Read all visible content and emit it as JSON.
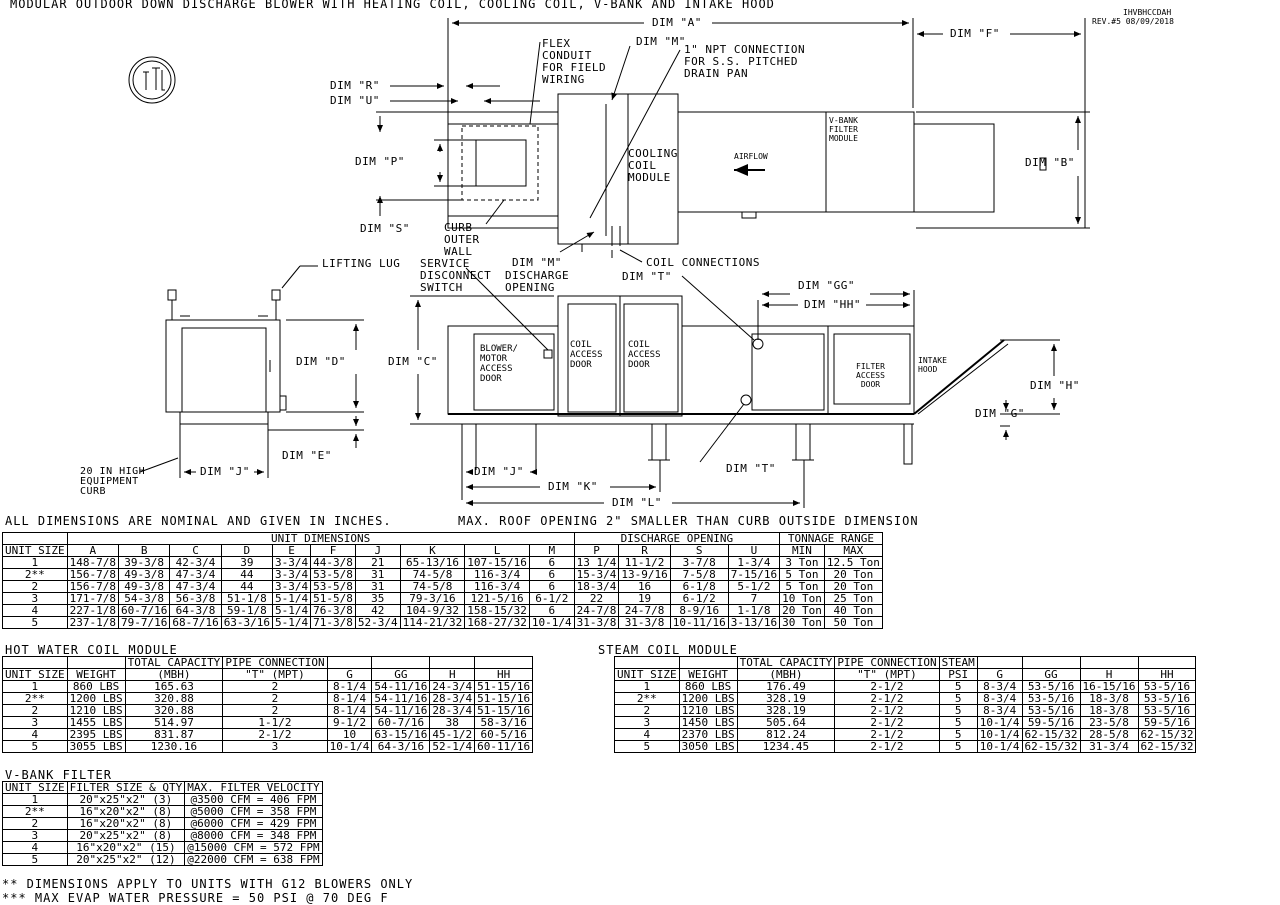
{
  "title": "MODULAR OUTDOOR DOWN DISCHARGE BLOWER WITH HEATING COIL, COOLING COIL, V-BANK AND INTAKE HOOD",
  "drawing_id": "IHVBHCCDAH",
  "revision": "REV.#5  08/09/2018",
  "labels": {
    "dim_a": "DIM \"A\"",
    "dim_b": "DIM \"B\"",
    "dim_c": "DIM \"C\"",
    "dim_d": "DIM \"D\"",
    "dim_e": "DIM \"E\"",
    "dim_f": "DIM \"F\"",
    "dim_g": "DIM \"G\"",
    "dim_gg": "DIM \"GG\"",
    "dim_h": "DIM \"H\"",
    "dim_hh": "DIM \"HH\"",
    "dim_j1": "DIM \"J\"",
    "dim_j2": "DIM \"J\"",
    "dim_k": "DIM \"K\"",
    "dim_l": "DIM \"L\"",
    "dim_m1": "DIM \"M\"",
    "dim_m2": "DIM \"M\"",
    "dim_p": "DIM \"P\"",
    "dim_r": "DIM \"R\"",
    "dim_s": "DIM \"S\"",
    "dim_t1": "DIM \"T\"",
    "dim_t2": "DIM \"T\"",
    "dim_u": "DIM \"U\"",
    "flex_conduit": "FLEX\nCONDUIT\nFOR FIELD\nWIRING",
    "npt": "1\" NPT CONNECTION\nFOR S.S. PITCHED\nDRAIN PAN",
    "vbank": "V-BANK\nFILTER\nMODULE",
    "cooling_coil": "COOLING\nCOIL\nMODULE",
    "airflow": "AIRFLOW",
    "curb_outer": "CURB\nOUTER\nWALL",
    "service_switch": "SERVICE\nDISCONNECT\nSWITCH",
    "discharge_opening": "DISCHARGE\nOPENING",
    "coil_connections": "COIL CONNECTIONS",
    "lifting_lug": "LIFTING LUG",
    "blower_door": "BLOWER/\nMOTOR\nACCESS\nDOOR",
    "coil_door1": "COIL\nACCESS\nDOOR",
    "coil_door2": "COIL\nACCESS\nDOOR",
    "filter_door": "FILTER\nACCESS\nDOOR",
    "intake_hood": "INTAKE\nHOOD",
    "curb_20": "20 IN HIGH\nEQUIPMENT\nCURB",
    "seal": "ETL LISTED"
  },
  "notes": {
    "nominal": "ALL DIMENSIONS ARE NOMINAL AND GIVEN IN INCHES.",
    "roof": "MAX. ROOF OPENING 2\" SMALLER THAN CURB OUTSIDE DIMENSION",
    "note1": "** DIMENSIONS APPLY TO UNITS WITH G12 BLOWERS ONLY",
    "note2": "*** MAX EVAP WATER PRESSURE = 50 PSI @ 70 DEG F"
  },
  "unit_dims": {
    "group_headers": [
      "UNIT DIMENSIONS",
      "DISCHARGE OPENING",
      "TONNAGE RANGE"
    ],
    "columns": [
      "UNIT SIZE",
      "A",
      "B",
      "C",
      "D",
      "E",
      "F",
      "J",
      "K",
      "L",
      "M",
      "P",
      "R",
      "S",
      "U",
      "MIN",
      "MAX"
    ],
    "rows": [
      [
        "1",
        "148-7/8",
        "39-3/8",
        "42-3/4",
        "39",
        "3-3/4",
        "44-3/8",
        "21",
        "65-13/16",
        "107-15/16",
        "6",
        "13 1/4",
        "11-1/2",
        "3-7/8",
        "1-3/4",
        "3 Ton",
        "12.5 Ton"
      ],
      [
        "2**",
        "156-7/8",
        "49-3/8",
        "47-3/4",
        "44",
        "3-3/4",
        "53-5/8",
        "31",
        "74-5/8",
        "116-3/4",
        "6",
        "15-3/4",
        "13-9/16",
        "7-5/8",
        "7-15/16",
        "5 Ton",
        "20 Ton"
      ],
      [
        "2",
        "156-7/8",
        "49-3/8",
        "47-3/4",
        "44",
        "3-3/4",
        "53-5/8",
        "31",
        "74-5/8",
        "116-3/4",
        "6",
        "18-3/4",
        "16",
        "6-1/8",
        "5-1/2",
        "5 Ton",
        "20 Ton"
      ],
      [
        "3",
        "171-7/8",
        "54-3/8",
        "56-3/8",
        "51-1/8",
        "5-1/4",
        "51-5/8",
        "35",
        "79-3/16",
        "121-5/16",
        "6-1/2",
        "22",
        "19",
        "6-1/2",
        "7",
        "10 Ton",
        "25 Ton"
      ],
      [
        "4",
        "227-1/8",
        "60-7/16",
        "64-3/8",
        "59-1/8",
        "5-1/4",
        "76-3/8",
        "42",
        "104-9/32",
        "158-15/32",
        "6",
        "24-7/8",
        "24-7/8",
        "8-9/16",
        "1-1/8",
        "20 Ton",
        "40 Ton"
      ],
      [
        "5",
        "237-1/8",
        "79-7/16",
        "68-7/16",
        "63-3/16",
        "5-1/4",
        "71-3/8",
        "52-3/4",
        "114-21/32",
        "168-27/32",
        "10-1/4",
        "31-3/8",
        "31-3/8",
        "10-11/16",
        "3-13/16",
        "30 Ton",
        "50 Ton"
      ]
    ]
  },
  "hot_water": {
    "title": "HOT WATER COIL MODULE",
    "columns1": [
      "",
      "",
      "TOTAL CAPACITY",
      "PIPE CONNECTION",
      "",
      "",
      "",
      ""
    ],
    "columns": [
      "UNIT SIZE",
      "WEIGHT",
      "(MBH)",
      "\"T\" (MPT)",
      "G",
      "GG",
      "H",
      "HH"
    ],
    "rows": [
      [
        "1",
        "860 LBS",
        "165.63",
        "2",
        "8-1/4",
        "54-11/16",
        "24-3/4",
        "51-15/16"
      ],
      [
        "2**",
        "1200 LBS",
        "320.88",
        "2",
        "8-1/4",
        "54-11/16",
        "28-3/4",
        "51-15/16"
      ],
      [
        "2",
        "1210 LBS",
        "320.88",
        "2",
        "8-1/4",
        "54-11/16",
        "28-3/4",
        "51-15/16"
      ],
      [
        "3",
        "1455 LBS",
        "514.97",
        "1-1/2",
        "9-1/2",
        "60-7/16",
        "38",
        "58-3/16"
      ],
      [
        "4",
        "2395 LBS",
        "831.87",
        "2-1/2",
        "10",
        "63-15/16",
        "45-1/2",
        "60-5/16"
      ],
      [
        "5",
        "3055 LBS",
        "1230.16",
        "3",
        "10-1/4",
        "64-3/16",
        "52-1/4",
        "60-11/16"
      ]
    ]
  },
  "steam": {
    "title": "STEAM COIL MODULE",
    "columns1": [
      "",
      "",
      "TOTAL CAPACITY",
      "PIPE CONNECTION",
      "STEAM",
      "",
      "",
      "",
      ""
    ],
    "columns": [
      "UNIT SIZE",
      "WEIGHT",
      "(MBH)",
      "\"T\" (MPT)",
      "PSI",
      "G",
      "GG",
      "H",
      "HH"
    ],
    "rows": [
      [
        "1",
        "860 LBS",
        "176.49",
        "2-1/2",
        "5",
        "8-3/4",
        "53-5/16",
        "16-15/16",
        "53-5/16"
      ],
      [
        "2**",
        "1200 LBS",
        "328.19",
        "2-1/2",
        "5",
        "8-3/4",
        "53-5/16",
        "18-3/8",
        "53-5/16"
      ],
      [
        "2",
        "1210 LBS",
        "328.19",
        "2-1/2",
        "5",
        "8-3/4",
        "53-5/16",
        "18-3/8",
        "53-5/16"
      ],
      [
        "3",
        "1450 LBS",
        "505.64",
        "2-1/2",
        "5",
        "10-1/4",
        "59-5/16",
        "23-5/8",
        "59-5/16"
      ],
      [
        "4",
        "2370 LBS",
        "812.24",
        "2-1/2",
        "5",
        "10-1/4",
        "62-15/32",
        "28-5/8",
        "62-15/32"
      ],
      [
        "5",
        "3050 LBS",
        "1234.45",
        "2-1/2",
        "5",
        "10-1/4",
        "62-15/32",
        "31-3/4",
        "62-15/32"
      ]
    ]
  },
  "vbank_filter": {
    "title": "V-BANK FILTER",
    "columns": [
      "UNIT SIZE",
      "FILTER SIZE & QTY",
      "MAX. FILTER VELOCITY"
    ],
    "rows": [
      [
        "1",
        "20\"x25\"x2\" (3)",
        "@3500 CFM = 406 FPM"
      ],
      [
        "2**",
        "16\"x20\"x2\" (8)",
        "@5000 CFM = 358 FPM"
      ],
      [
        "2",
        "16\"x20\"x2\" (8)",
        "@6000 CFM = 429 FPM"
      ],
      [
        "3",
        "20\"x25\"x2\" (8)",
        "@8000 CFM = 348 FPM"
      ],
      [
        "4",
        "16\"x20\"x2\" (15)",
        "@15000 CFM = 572 FPM"
      ],
      [
        "5",
        "20\"x25\"x2\" (12)",
        "@22000 CFM = 638 FPM"
      ]
    ]
  }
}
